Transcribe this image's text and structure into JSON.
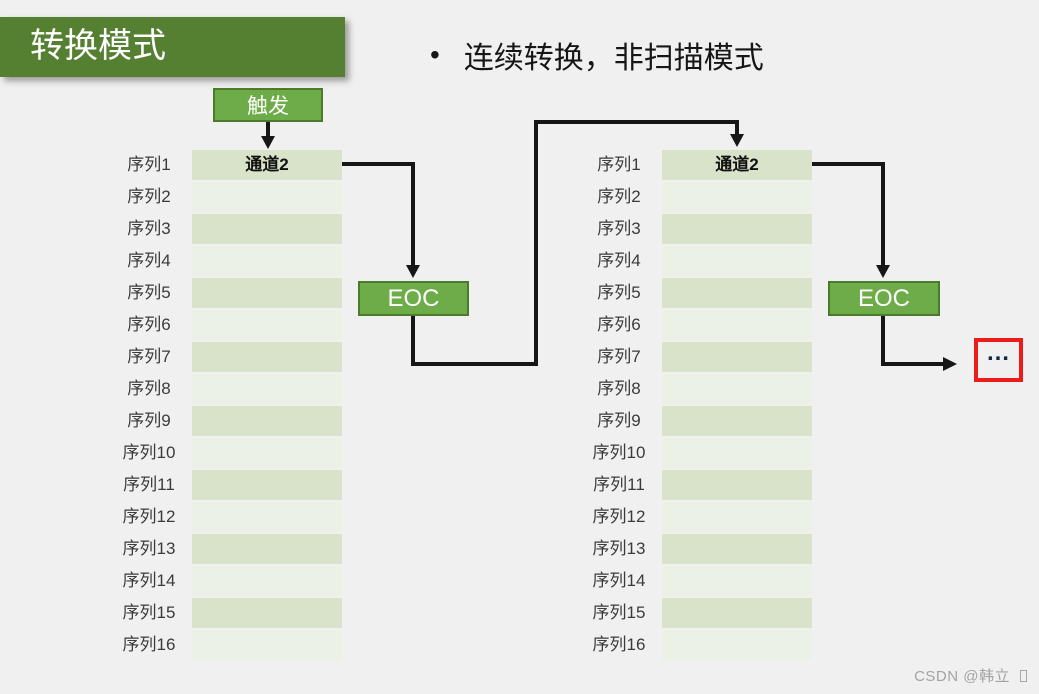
{
  "page": {
    "background": "#f0f0f0",
    "watermark": "CSDN @韩立"
  },
  "title_banner": {
    "label": "转换模式"
  },
  "bullet": {
    "marker": "•",
    "text": "连续转换，非扫描模式"
  },
  "trigger_button": {
    "label": "触发"
  },
  "eoc": {
    "label": "EOC"
  },
  "ellipsis_box": {
    "label": "…"
  },
  "colors": {
    "banner_green": "#557f31",
    "box_green_fill": "#6dac48",
    "box_green_border": "#4b7a2b",
    "row_green_dark": "#d8e3ca",
    "row_green_light": "#ecf1e7",
    "arrow_black": "#161616",
    "highlight_red": "#ee1b1b"
  },
  "tables": {
    "left": {
      "rows": [
        {
          "label": "序列1",
          "value": "通道2"
        },
        {
          "label": "序列2",
          "value": ""
        },
        {
          "label": "序列3",
          "value": ""
        },
        {
          "label": "序列4",
          "value": ""
        },
        {
          "label": "序列5",
          "value": ""
        },
        {
          "label": "序列6",
          "value": ""
        },
        {
          "label": "序列7",
          "value": ""
        },
        {
          "label": "序列8",
          "value": ""
        },
        {
          "label": "序列9",
          "value": ""
        },
        {
          "label": "序列10",
          "value": ""
        },
        {
          "label": "序列11",
          "value": ""
        },
        {
          "label": "序列12",
          "value": ""
        },
        {
          "label": "序列13",
          "value": ""
        },
        {
          "label": "序列14",
          "value": ""
        },
        {
          "label": "序列15",
          "value": ""
        },
        {
          "label": "序列16",
          "value": ""
        }
      ]
    },
    "right": {
      "rows": [
        {
          "label": "序列1",
          "value": "通道2"
        },
        {
          "label": "序列2",
          "value": ""
        },
        {
          "label": "序列3",
          "value": ""
        },
        {
          "label": "序列4",
          "value": ""
        },
        {
          "label": "序列5",
          "value": ""
        },
        {
          "label": "序列6",
          "value": ""
        },
        {
          "label": "序列7",
          "value": ""
        },
        {
          "label": "序列8",
          "value": ""
        },
        {
          "label": "序列9",
          "value": ""
        },
        {
          "label": "序列10",
          "value": ""
        },
        {
          "label": "序列11",
          "value": ""
        },
        {
          "label": "序列12",
          "value": ""
        },
        {
          "label": "序列13",
          "value": ""
        },
        {
          "label": "序列14",
          "value": ""
        },
        {
          "label": "序列15",
          "value": ""
        },
        {
          "label": "序列16",
          "value": ""
        }
      ]
    }
  }
}
